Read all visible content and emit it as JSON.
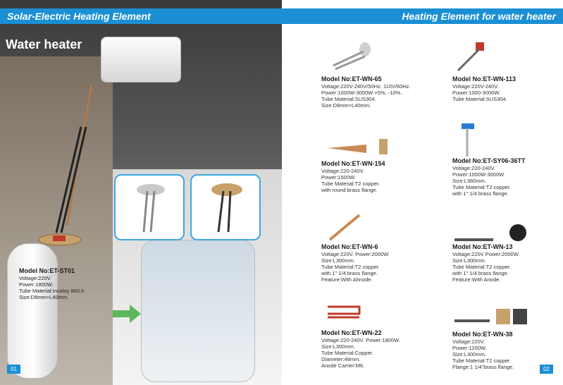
{
  "left": {
    "header": "Solar-Electric Heating Element",
    "title": "Water heater",
    "model": {
      "name": "Model No:ET-ST01",
      "specs": [
        "Voltage:220V.",
        "Power:1800W.",
        "Tube Material:Incoloy 800.h",
        "Size:D8mm×L40mm."
      ]
    },
    "page_number": "01"
  },
  "right": {
    "header": "Heating Element for water heater",
    "products": [
      {
        "name": "Model No:ET-WN-65",
        "specs": [
          "Voltage:220V-240V/50Hz. 110V/60Hz.",
          "Power:1000W-3000W +5%, -10%.",
          "Tube Material:SUS304.",
          "Size:D8mm×L40mm."
        ]
      },
      {
        "name": "Model No:ET-WN-113",
        "specs": [
          "Voltage:220V-240V.",
          "Power:1000-3000W.",
          "Tube Material:SUS304."
        ]
      },
      {
        "name": "Model No:ET-WN-154",
        "specs": [
          "Voltage:220-240V.",
          "Power:1500W.",
          "Tube Material:T2 copper.",
          "with round brass flange."
        ]
      },
      {
        "name": "Model No:ET-SY06-36TT",
        "specs": [
          "Voltage:220-240V.",
          "Power:1000W-3000W.",
          "Size:L360mm.",
          "Tube Material:T2 copper.",
          "with 1\" 1/4 brass flange."
        ]
      },
      {
        "name": "Model No:ET-WN-6",
        "specs": [
          "Voltage:220V.    Power:2000W.",
          "Size:L300mm.",
          "Tube Material:T2 copper.",
          "with 1\" 1/4 brass flange.",
          "Feature:With Ahnode."
        ]
      },
      {
        "name": "Model No:ET-WN-13",
        "specs": [
          "Voltage:220V     Power:2000W.",
          "Size:L300mm.",
          "Tube Material:T2 copper.",
          "with 1\" 1/4 brass flange.",
          "Feature:With Anode."
        ]
      },
      {
        "name": "Model No:ET-WN-22",
        "specs": [
          "Voltage:220-240V. Power:1800W.",
          "Size:L300mm.",
          "Tube Material:Copper.",
          "Diameter:48mm.",
          "Anode Carrier:M6."
        ]
      },
      {
        "name": "Model No:ET-WN-38",
        "specs": [
          "Voltage:220V.",
          "Power:1200W.",
          "Size:L300mm.",
          "Tube Material:T2 copper.",
          "Flange:1 1/4\"brass flange."
        ]
      }
    ],
    "page_number": "02"
  }
}
